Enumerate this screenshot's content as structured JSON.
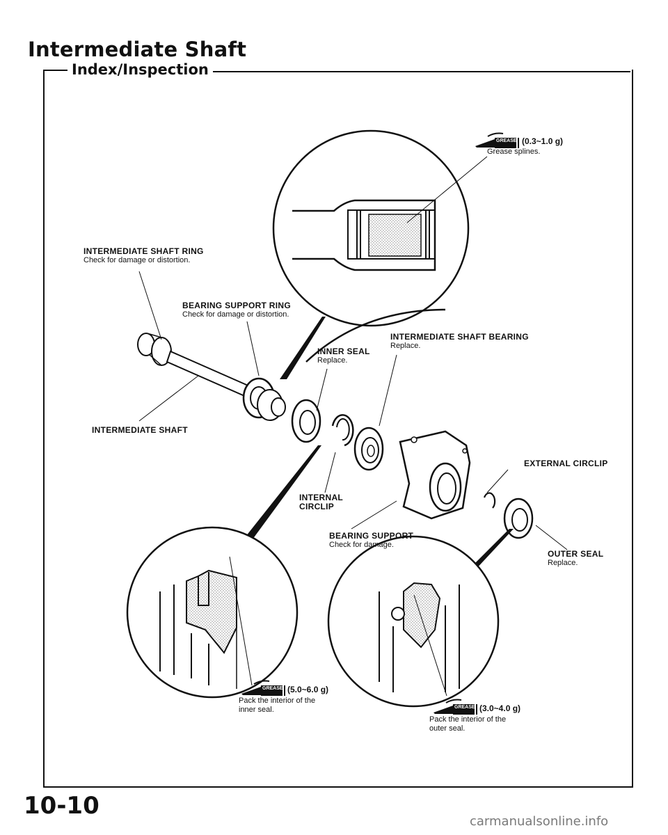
{
  "header": {
    "title": "Intermediate Shaft",
    "section": "Index/Inspection"
  },
  "labels": {
    "ring_title": "INTERMEDIATE SHAFT RING",
    "ring_note": "Check for damage or distortion.",
    "support_ring_title": "BEARING SUPPORT RING",
    "support_ring_note": "Check for damage or distortion.",
    "shaft_title": "INTERMEDIATE SHAFT",
    "bearing_title": "INTERMEDIATE SHAFT BEARING",
    "bearing_note": "Replace.",
    "inner_seal_title": "INNER SEAL",
    "inner_seal_note": "Replace.",
    "external_circlip_title": "EXTERNAL CIRCLIP",
    "internal_circlip_line1": "INTERNAL",
    "internal_circlip_line2": "CIRCLIP",
    "bearing_support_title": "BEARING SUPPORT",
    "bearing_support_note": "Check for damage.",
    "outer_seal_title": "OUTER SEAL",
    "outer_seal_note": "Replace."
  },
  "grease_notes": {
    "tag_text": "GREASE",
    "splines_amount": "(0.3~1.0 g)",
    "splines_note": "Grease splines.",
    "inner_amount": "(5.0~6.0 g)",
    "inner_note_line1": "Pack the interior of the",
    "inner_note_line2": "inner seal.",
    "outer_amount": "(3.0~4.0 g)",
    "outer_note_line1": "Pack the interior of the",
    "outer_note_line2": "outer seal."
  },
  "footer": {
    "page_number": "10-10",
    "watermark": "carmanualsonline.info"
  }
}
